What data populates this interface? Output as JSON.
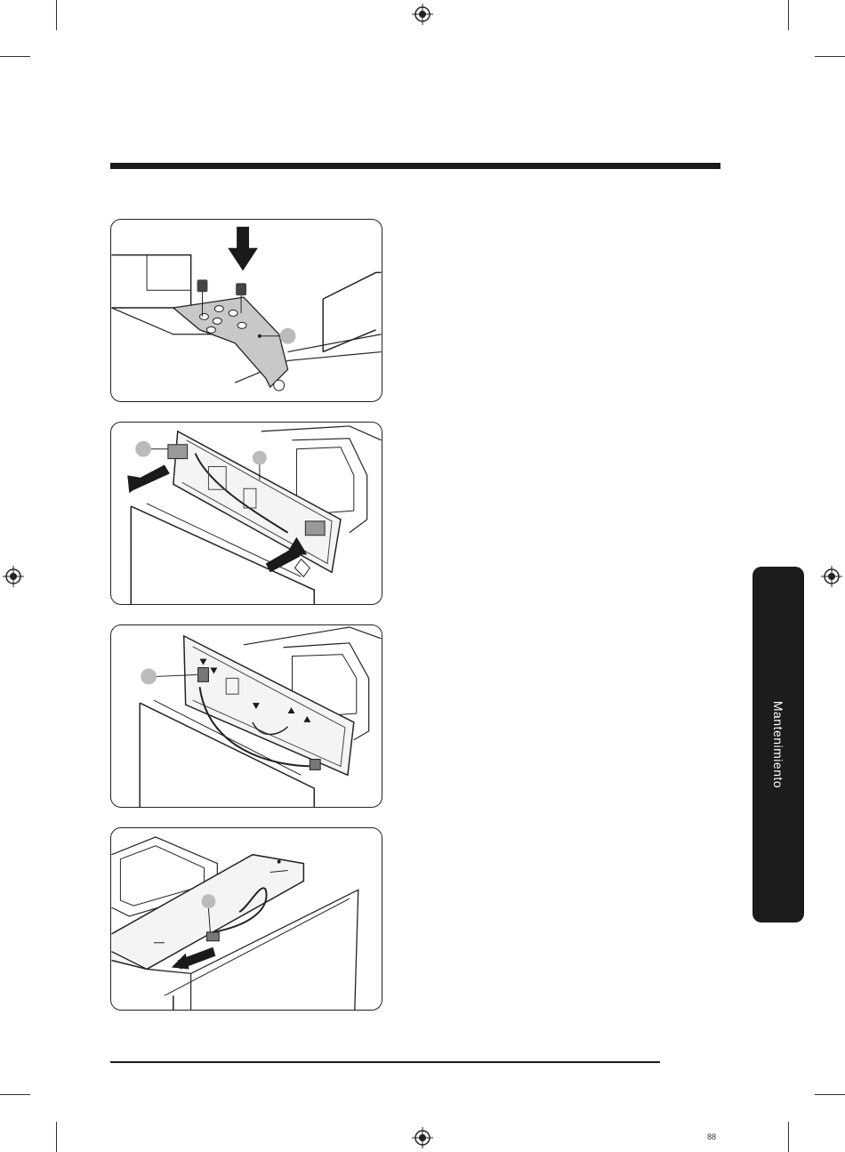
{
  "side_tab": {
    "label": "Mantenimiento"
  },
  "footer": {
    "page_number": "88"
  },
  "figures": [
    {
      "name": "bracket-screws"
    },
    {
      "name": "control-panel-removal"
    },
    {
      "name": "wire-harness-release"
    },
    {
      "name": "connector-disconnect"
    }
  ]
}
